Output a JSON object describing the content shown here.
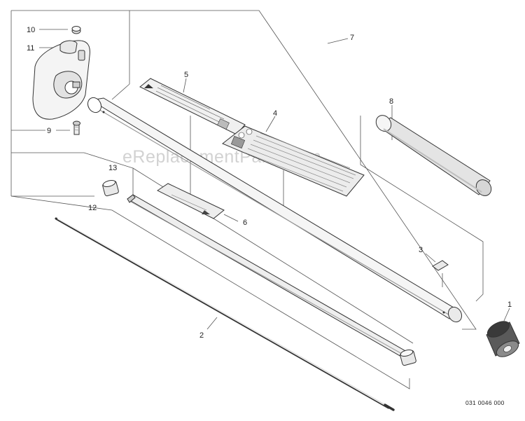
{
  "diagram": {
    "watermark": "eReplacementParts.com",
    "document_number": "031 0046 000",
    "callouts": [
      "1",
      "2",
      "3",
      "4",
      "5",
      "6",
      "7",
      "8",
      "9",
      "10",
      "11",
      "12",
      "13"
    ]
  },
  "colors": {
    "line": "#333333",
    "part_fill": "#f2f2f2",
    "shade": "#9a9a9a",
    "watermark": "#d2d2d2"
  }
}
